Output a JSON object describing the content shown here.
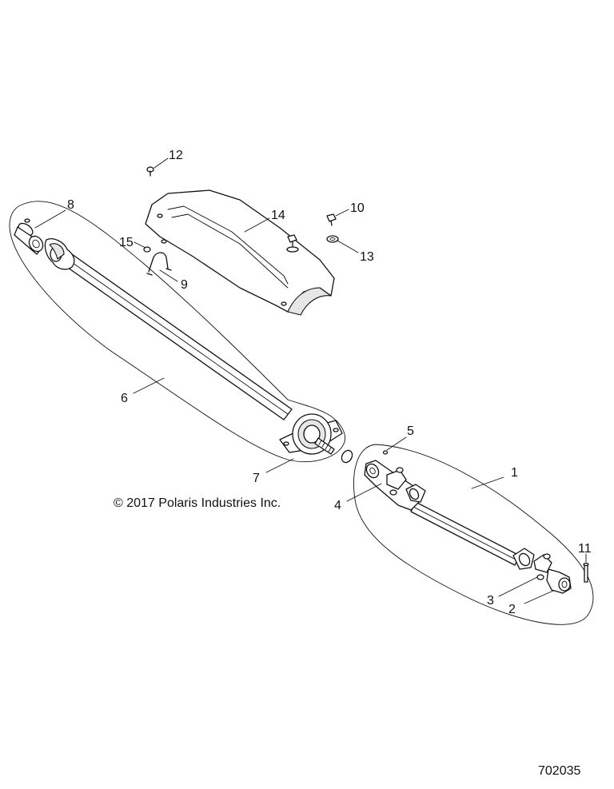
{
  "copyright": "© 2017 Polaris Industries Inc.",
  "drawing_number": "702035",
  "callouts": [
    {
      "id": "c1",
      "label": "1"
    },
    {
      "id": "c2",
      "label": "2"
    },
    {
      "id": "c3",
      "label": "3"
    },
    {
      "id": "c4",
      "label": "4"
    },
    {
      "id": "c5",
      "label": "5"
    },
    {
      "id": "c6",
      "label": "6"
    },
    {
      "id": "c7",
      "label": "7"
    },
    {
      "id": "c8",
      "label": "8"
    },
    {
      "id": "c9",
      "label": "9"
    },
    {
      "id": "c10",
      "label": "10"
    },
    {
      "id": "c11",
      "label": "11"
    },
    {
      "id": "c12",
      "label": "12"
    },
    {
      "id": "c13",
      "label": "13"
    },
    {
      "id": "c14",
      "label": "14"
    },
    {
      "id": "c15",
      "label": "15"
    }
  ]
}
